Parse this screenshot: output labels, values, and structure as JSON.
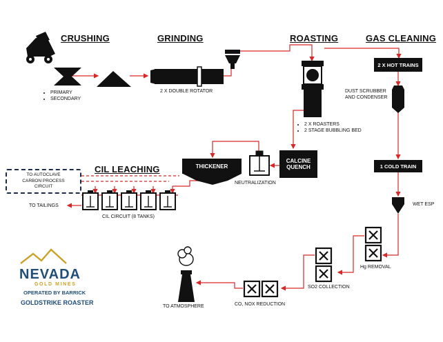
{
  "sections": {
    "crushing": "CRUSHING",
    "grinding": "GRINDING",
    "roasting": "ROASTING",
    "gas_cleaning": "GAS CLEANING",
    "cil_leaching": "CIL LEACHING"
  },
  "labels": {
    "primary": "PRIMARY",
    "secondary": "SECONDARY",
    "double_rotator": "2 X DOUBLE ROTATOR",
    "roasters": "2 X ROASTERS",
    "bubbling_bed": "2 STAGE BUBBLING BED",
    "hot_trains": "2 X HOT TRAINS",
    "dust_scrubber_1": "DUST SCRUBBER",
    "dust_scrubber_2": "AND CONDENSER",
    "cold_train": "1 COLD TRAIN",
    "wet_esp": "WET ESP",
    "hg_removal": "Hg REMOVAL",
    "so2_collection": "SO2 COLLECTION",
    "co_nox": "CO, NOX REDUCTION",
    "to_atmosphere": "TO ATMOSPHERE",
    "thickener": "THICKENER",
    "calcine_1": "CALCINE",
    "calcine_2": "QUENCH",
    "neutralization": "NEUTRALIZATION",
    "autoclave_1": "TO AUTOCLAVE",
    "autoclave_2": "CARBON PROCESS",
    "autoclave_3": "CIRCUIT",
    "to_tailings": "TO TAILINGS",
    "cil_circuit": "CIL CIRCUIT (8 TANKS)"
  },
  "logo": {
    "nevada": "NEVADA",
    "gold_mines": "GOLD MINES",
    "operated": "OPERATED BY BARRICK",
    "facility": "GOLDSTRIKE ROASTER"
  },
  "colors": {
    "equipment": "#111111",
    "flow_line": "#d62828",
    "logo_blue": "#1f4e79",
    "logo_gold": "#c9a227",
    "dash_box": "#1a2b4a"
  }
}
